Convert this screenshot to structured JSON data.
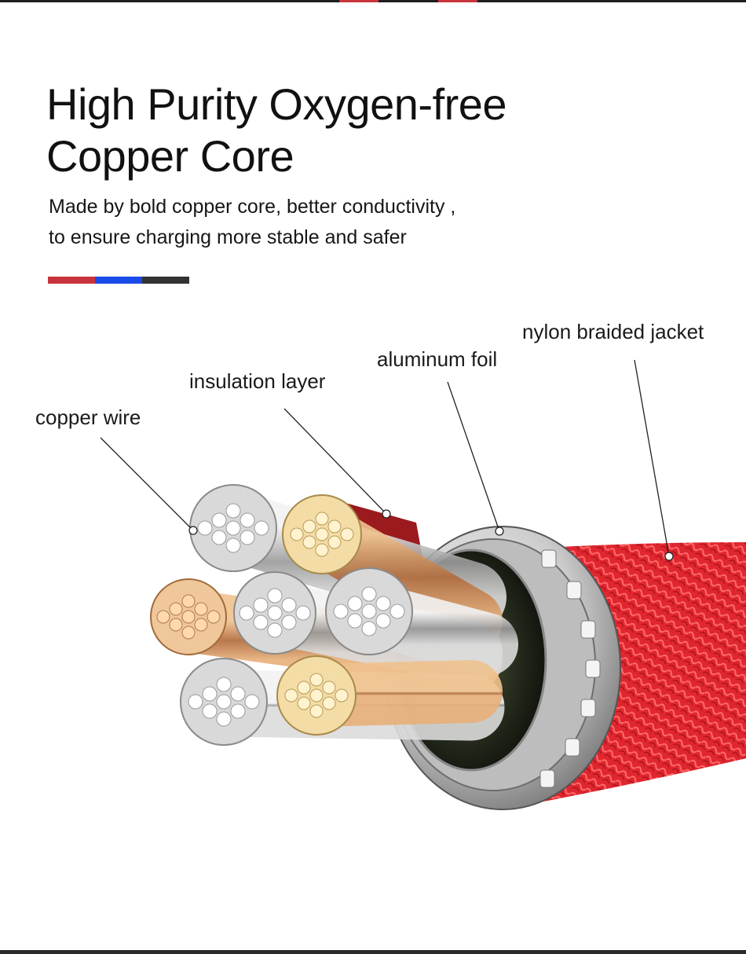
{
  "heading": {
    "title_line1": "High Purity Oxygen-free",
    "title_line2": "Copper Core",
    "subtitle_line1": "Made by bold copper core, better conductivity ,",
    "subtitle_line2": "to ensure charging more stable and safer"
  },
  "accent_colors": [
    "#c8343c",
    "#1a4be8",
    "#333333"
  ],
  "callouts": {
    "copper_wire": "copper wire",
    "insulation_layer": "insulation layer",
    "aluminum_foil": "aluminum foil",
    "nylon_braided_jacket": "nylon braided jacket"
  }
}
